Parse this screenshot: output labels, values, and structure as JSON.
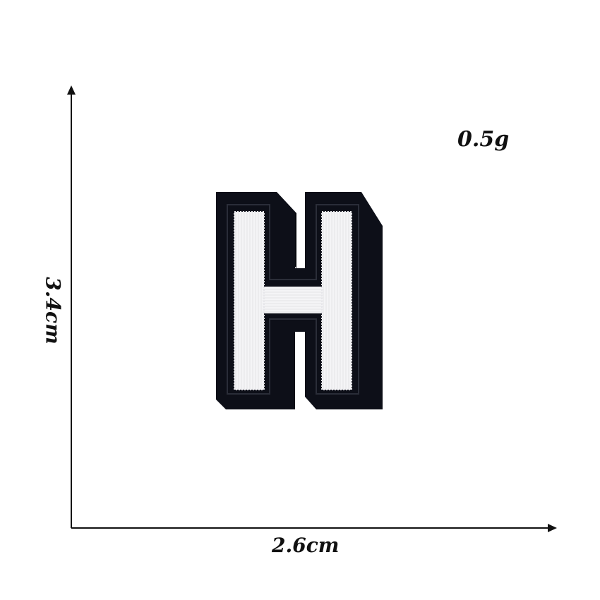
{
  "product": {
    "weight": "0.5g",
    "width": "2.6cm",
    "height": "3.4cm",
    "letter": "H"
  },
  "colors": {
    "patch_border": "#0d0f18",
    "stitch_fill": "#f4f4f6",
    "axis_line": "#111111"
  },
  "icons": {
    "patch": "letter-h-embroidered-patch-icon",
    "axis": "dimension-arrow-icon"
  }
}
